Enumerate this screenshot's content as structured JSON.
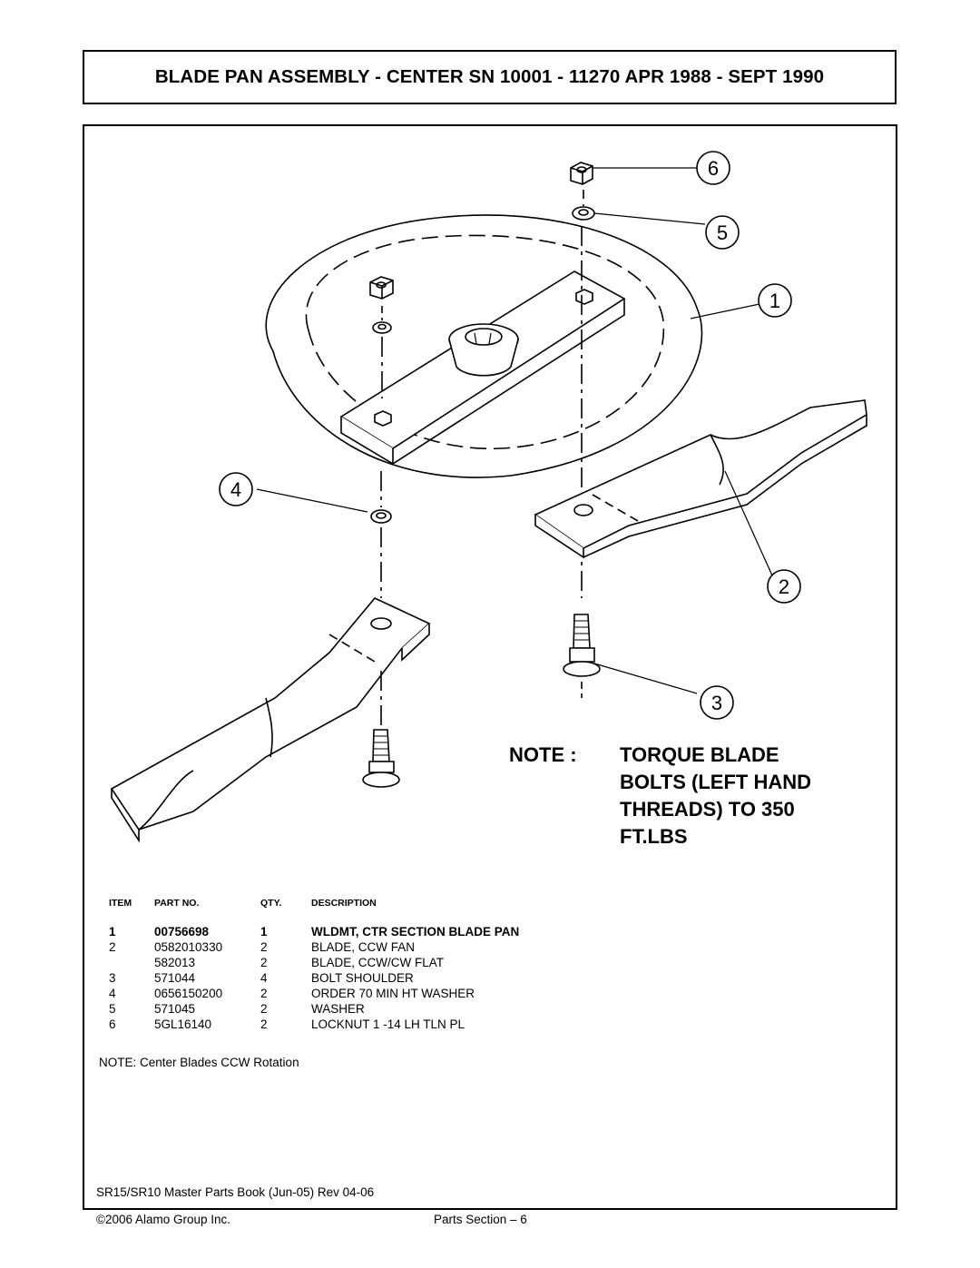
{
  "title": "BLADE PAN ASSEMBLY - CENTER SN 10001 - 11270 APR 1988 - SEPT 1990",
  "diagram": {
    "callouts": [
      "6",
      "5",
      "1",
      "4",
      "2",
      "3"
    ]
  },
  "torque_note": {
    "label": "NOTE :",
    "line1": "TORQUE BLADE",
    "line2": "BOLTS (LEFT HAND",
    "line3": "THREADS) TO 350",
    "line4": "FT.LBS"
  },
  "parts_table": {
    "headers": [
      "ITEM",
      "PART NO.",
      "QTY.",
      "DESCRIPTION"
    ],
    "rows": [
      {
        "item": "1",
        "part": "00756698",
        "qty": "1",
        "desc": "WLDMT, CTR SECTION BLADE PAN"
      },
      {
        "item": "2",
        "part": "0582010330",
        "qty": "2",
        "desc": "BLADE, CCW FAN"
      },
      {
        "item": "",
        "part": "582013",
        "qty": "2",
        "desc": "BLADE, CCW/CW FLAT"
      },
      {
        "item": "3",
        "part": "571044",
        "qty": "4",
        "desc": "BOLT SHOULDER"
      },
      {
        "item": "4",
        "part": "0656150200",
        "qty": "2",
        "desc": "ORDER 70 MIN HT WASHER"
      },
      {
        "item": "5",
        "part": "571045",
        "qty": "2",
        "desc": "WASHER"
      },
      {
        "item": "6",
        "part": "5GL16140",
        "qty": "2",
        "desc": "LOCKNUT 1 -14 LH TLN PL"
      }
    ]
  },
  "rotation_note": "NOTE: Center Blades CCW Rotation",
  "footer": {
    "book": "SR15/SR10 Master Parts Book (Jun-05) Rev 04-06",
    "copyright": "©2006 Alamo Group Inc.",
    "section": "Parts Section – 6"
  }
}
